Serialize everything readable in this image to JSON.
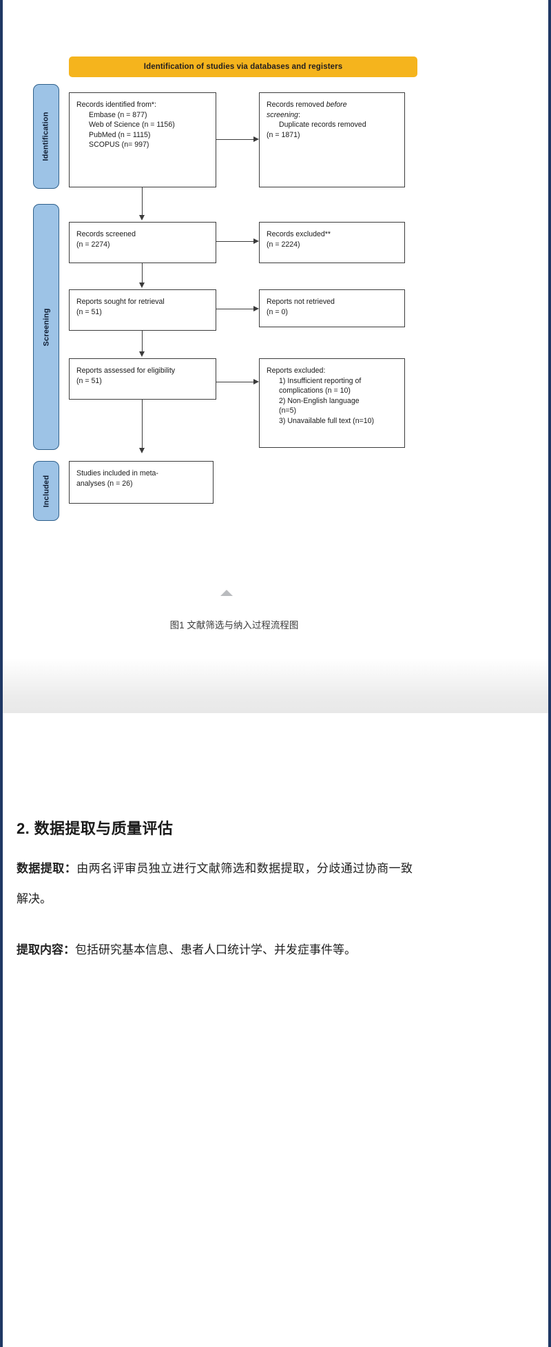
{
  "figure": {
    "banner": "Identification of studies via databases and registers",
    "stages": [
      {
        "id": "identification",
        "label": "Identification"
      },
      {
        "id": "screening",
        "label": "Screening"
      },
      {
        "id": "included",
        "label": "Included"
      }
    ],
    "boxes": {
      "identified": {
        "title": "Records identified from*:",
        "items": [
          "Embase (n = 877)",
          "Web of Science (n = 1156)",
          "PubMed (n = 1115)",
          "SCOPUS (n= 997)"
        ]
      },
      "removed": {
        "line1": "Records removed ",
        "line1_em": "before",
        "line2_em": "screening",
        "line2_tail": ":",
        "items": [
          "Duplicate records removed"
        ],
        "count": "(n = 1871)"
      },
      "screened": {
        "title": "Records screened",
        "count": "(n = 2274)"
      },
      "excluded": {
        "title": "Records excluded**",
        "count": "(n = 2224)"
      },
      "sought": {
        "title": "Reports sought for retrieval",
        "count": "(n = 51)"
      },
      "not_retrieved": {
        "title": "Reports not retrieved",
        "count": "(n = 0)"
      },
      "assessed": {
        "title": "Reports assessed for eligibility",
        "count": "(n = 51)"
      },
      "reports_excluded": {
        "title": "Reports excluded:",
        "items": [
          "1) Insufficient reporting of",
          "complications (n = 10)",
          "2) Non-English language",
          "(n=5)",
          "3) Unavailable full text (n=10)"
        ]
      },
      "included": {
        "line1": "Studies included in meta-",
        "line2": "analyses (n = 26)"
      }
    },
    "caption": "图1  文献筛选与纳入过程流程图",
    "colors": {
      "banner_bg": "#f5b41d",
      "stage_bg": "#9dc3e6",
      "stage_border": "#2e5f8a",
      "box_border": "#3b3b3b",
      "rail": "#1f3864"
    }
  },
  "content": {
    "heading": "2. 数据提取与质量评估",
    "paragraph1_label": "数据提取：",
    "paragraph1_text": "由两名评审员独立进行文献筛选和数据提取，分歧通过协商一致解决。",
    "paragraph2_label": "提取内容：",
    "paragraph2_text": "包括研究基本信息、患者人口统计学、并发症事件等。"
  },
  "icons": {
    "collapse": "collapse-caret-icon"
  }
}
